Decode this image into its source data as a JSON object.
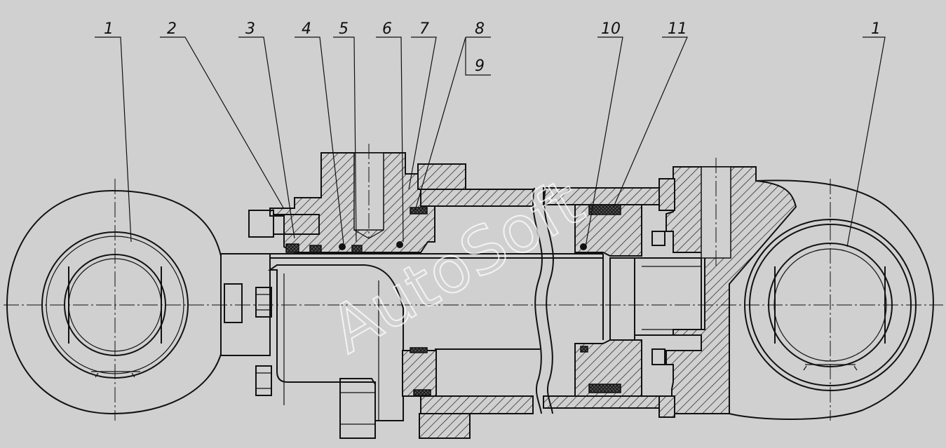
{
  "callouts": [
    {
      "id": "c1a",
      "label": "1"
    },
    {
      "id": "c2",
      "label": "2"
    },
    {
      "id": "c3",
      "label": "3"
    },
    {
      "id": "c4",
      "label": "4"
    },
    {
      "id": "c5",
      "label": "5"
    },
    {
      "id": "c6",
      "label": "6"
    },
    {
      "id": "c7",
      "label": "7"
    },
    {
      "id": "c8",
      "label": "8"
    },
    {
      "id": "c9",
      "label": "9"
    },
    {
      "id": "c10",
      "label": "10"
    },
    {
      "id": "c11",
      "label": "11"
    },
    {
      "id": "c1b",
      "label": "1"
    }
  ],
  "watermark": "AutoSoft",
  "colors": {
    "background": "#d0d0d0",
    "line": "#111111",
    "watermark": "#ffffff"
  }
}
